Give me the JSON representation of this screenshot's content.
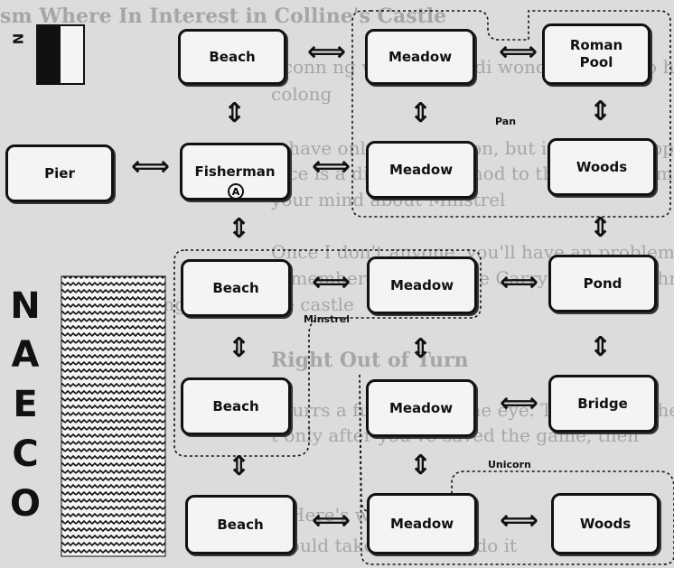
{
  "background_text": [
    {
      "text": "sm    Where In Interest in Colline's Castle",
      "heading": true
    },
    {
      "text": "l conn   ng way around di   wonders going to have to",
      "heading": false
    },
    {
      "text": "                                    colong",
      "heading": false
    },
    {
      "text": "u have only one Weapon, but it seems inappropriate",
      "heading": false
    },
    {
      "text": "lace is a different method to the other rooms. Buy ch",
      "heading": false
    },
    {
      "text": "your mind about Minstrel",
      "heading": false
    },
    {
      "text": "Once I don't anyone, you'll have an problem a  ning",
      "heading": false
    },
    {
      "text": "remember to return the Carry you found through",
      "heading": false
    },
    {
      "text": "                                       something outside the castle",
      "heading": false
    },
    {
      "text": "                     Right Out of Turn",
      "heading": true
    },
    {
      "text": "ocurrs a function on the eye. Try to start the",
      "heading": false
    },
    {
      "text": "t only after you've saved the game, then",
      "heading": false
    },
    {
      "text": "Here's what",
      "heading": false
    },
    {
      "text": "ould take a while to do it",
      "heading": false
    }
  ],
  "compass": {
    "label": "N"
  },
  "ocean": {
    "letters": [
      "O",
      "C",
      "E",
      "A",
      "N"
    ]
  },
  "regions": {
    "pan": "Pan",
    "minstrel": "Minstrel",
    "unicorn": "Unicorn"
  },
  "token": "A",
  "rooms": {
    "beach_1": "Beach",
    "meadow_1": "Meadow",
    "roman_pool": "Roman Pool",
    "pier": "Pier",
    "fisherman": "Fisherman",
    "meadow_2": "Meadow",
    "woods_1": "Woods",
    "beach_2": "Beach",
    "meadow_3": "Meadow",
    "pond": "Pond",
    "beach_3": "Beach",
    "meadow_4": "Meadow",
    "bridge": "Bridge",
    "beach_4": "Beach",
    "meadow_5": "Meadow",
    "woods_2": "Woods"
  },
  "arrows": {
    "horizontal": "⟺",
    "vertical": "⇕"
  }
}
